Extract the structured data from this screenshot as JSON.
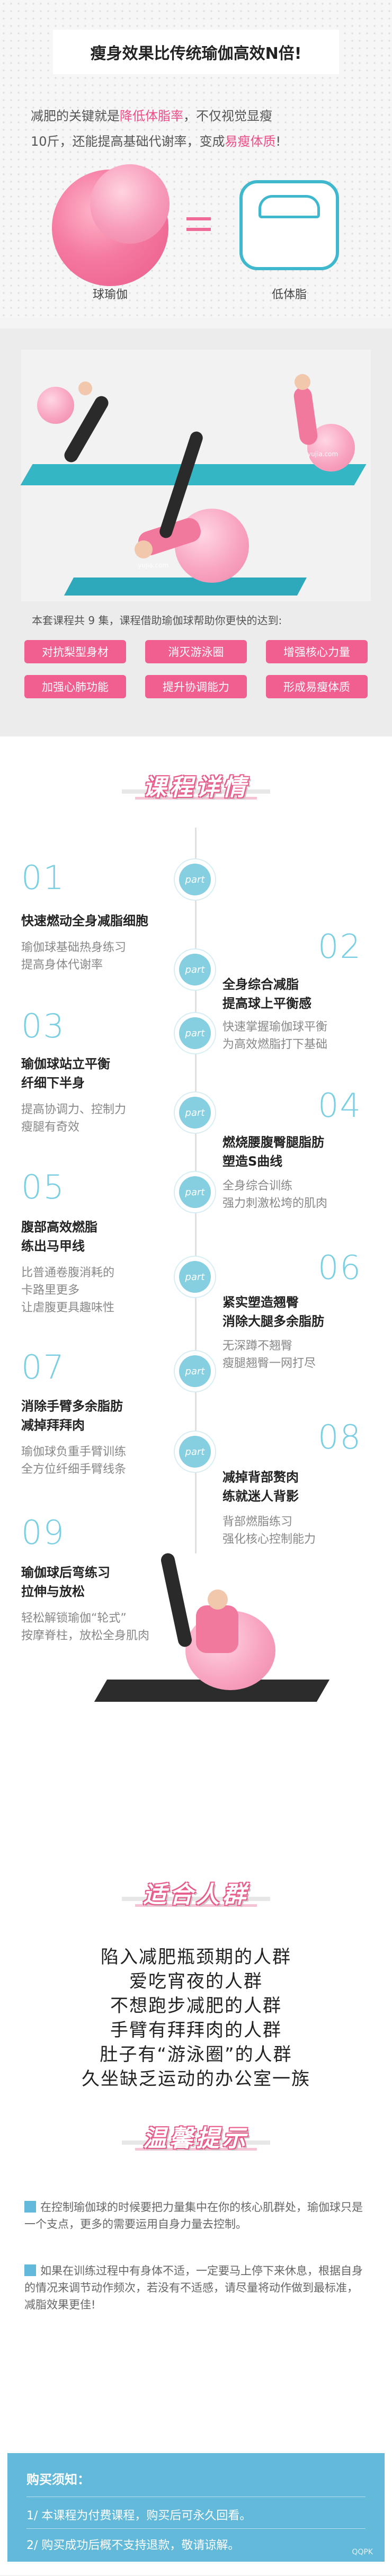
{
  "hero": {
    "title": "瘦身效果比传统瑜伽高效N倍!",
    "intro_a": "减肥的关键就是",
    "intro_hl1": "降低体脂率",
    "intro_b": "，不仅视觉显瘦",
    "intro_c": "10斤，还能提高基础代谢率，变成",
    "intro_hl2": "易瘦体质",
    "intro_d": "!",
    "left_caption": "球瑜伽",
    "right_caption": "低体脂"
  },
  "benefits": {
    "watermark": "yujia.com",
    "desc": "本套课程共 9 集，课程借助瑜伽球帮助你更快的达到:",
    "tags": [
      "对抗梨型身材",
      "消灭游泳圈",
      "增强核心力量",
      "加强心肺功能",
      "提升协调能力",
      "形成易瘦体质"
    ]
  },
  "details": {
    "title": "课程详情",
    "node_label": "part",
    "items": [
      {
        "num": "01",
        "title": "快速燃动全身减脂细胞",
        "desc": [
          "瑜伽球基础热身练习",
          "提高身体代谢率"
        ]
      },
      {
        "num": "02",
        "title_lines": [
          "全身综合减脂",
          "提高球上平衡感"
        ],
        "desc": [
          "快速掌握瑜伽球平衡",
          "为高效燃脂打下基础"
        ]
      },
      {
        "num": "03",
        "title_lines": [
          "瑜伽球站立平衡",
          "纤细下半身"
        ],
        "desc": [
          "提高协调力、控制力",
          "瘦腿有奇效"
        ]
      },
      {
        "num": "04",
        "title_lines": [
          "燃烧腰腹臀腿脂肪",
          "塑造S曲线"
        ],
        "desc": [
          "全身综合训练",
          "强力刺激松垮的肌肉"
        ]
      },
      {
        "num": "05",
        "title_lines": [
          "腹部高效燃脂",
          "练出马甲线"
        ],
        "desc": [
          "比普通卷腹消耗的",
          "卡路里更多",
          "让虐腹更具趣味性"
        ]
      },
      {
        "num": "06",
        "title_lines": [
          "紧实塑造翘臀",
          "消除大腿多余脂肪"
        ],
        "desc": [
          "无深蹲不翘臀",
          "瘦腿翘臀一网打尽"
        ]
      },
      {
        "num": "07",
        "title_lines": [
          "消除手臂多余脂肪",
          "减掉拜拜肉"
        ],
        "desc": [
          "瑜伽球负重手臂训练",
          "全方位纤细手臂线条"
        ]
      },
      {
        "num": "08",
        "title_lines": [
          "减掉背部赘肉",
          "练就迷人背影"
        ],
        "desc": [
          "背部燃脂练习",
          "强化核心控制能力"
        ]
      },
      {
        "num": "09",
        "title_lines": [
          "瑜伽球后弯练习",
          "拉伸与放松"
        ],
        "desc": [
          "轻松解锁瑜伽“轮式”",
          "按摩脊柱，放松全身肌肉"
        ]
      }
    ]
  },
  "audience": {
    "title": "适合人群",
    "rows": [
      "陷入减肥瓶颈期的人群",
      "爱吃宵夜的人群",
      "不想跑步减肥的人群",
      "手臂有拜拜肉的人群",
      "肚子有“游泳圈”的人群",
      "久坐缺乏运动的办公室一族"
    ]
  },
  "tips": {
    "title": "温馨提示",
    "items": [
      "在控制瑜伽球的时候要把力量集中在你的核心肌群处，瑜伽球只是一个支点，更多的需要运用自身力量去控制。",
      "如果在训练过程中有身体不适，一定要马上停下来休息，根据自身的情况来调节动作频次，若没有不适感，请尽量将动作做到最标准，减脂效果更佳!"
    ]
  },
  "purchase": {
    "title": "购买须知：",
    "items": [
      "1/ 本课程为付费课程，购买后可永久回看。",
      "2/ 购买成功后概不支持退款，敬请谅解。"
    ],
    "watermark": "QQPK"
  },
  "colors": {
    "accent_pink": "#ee4f8a",
    "accent_blue": "#63b9d9"
  }
}
